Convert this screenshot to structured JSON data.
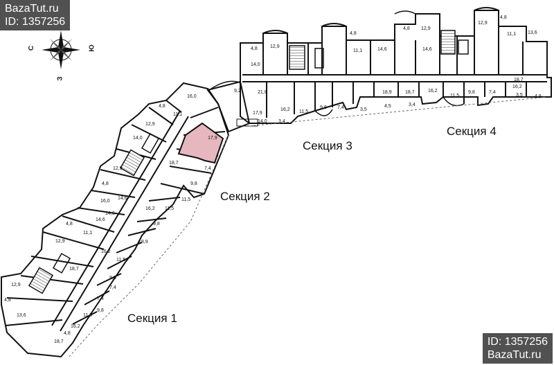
{
  "watermark_top": {
    "site": "BazaTut.ru",
    "id": "ID: 1357256"
  },
  "watermark_bottom": {
    "id": "ID: 1357256",
    "site": "BazaTut.ru"
  },
  "compass": {
    "n": "С",
    "e": "В",
    "s": "Ю",
    "w": "З"
  },
  "sections": {
    "s1": "Секция 1",
    "s2": "Секция 2",
    "s3": "Секция 3",
    "s4": "Секция 4"
  },
  "highlight_color": "#e7b7bf",
  "section4_labels": {
    "r1": "4,8",
    "r2": "12,9",
    "r3": "14,0",
    "r4": "4,8",
    "r5": "11,1",
    "r6": "14,6",
    "r7": "4,8",
    "r8": "12,9",
    "r9": "14,6",
    "r10": "12,9",
    "r11": "4,8",
    "r12": "11,1",
    "r13": "13,6",
    "r14": "21,8",
    "r15": "17,9",
    "r16": "16,2",
    "r17": "11,5",
    "r18": "9,8",
    "r19": "7,4",
    "r20": "18,9",
    "r21": "18,7",
    "r22": "16,2",
    "r23": "11,5",
    "r24": "9,8",
    "r25": "7,4",
    "r26": "16,2",
    "r27": "18,7",
    "r28": "3,4",
    "r29": "3,5",
    "r30": "4,5",
    "r31": "3,4",
    "r32": "3,5",
    "r33": "4,8",
    "r34": "14,0",
    "r35": "9,2"
  },
  "section2_labels": {
    "r1": "16,0",
    "r2": "4,8",
    "r3": "11,1",
    "r4": "12,9",
    "r5": "14,0",
    "r6": "12,9",
    "r7": "4,8",
    "r8": "14,6",
    "r9": "17,9",
    "r10": "9,8",
    "r11": "11,5",
    "r12": "7,4",
    "r13": "16,2",
    "r14": "18,7",
    "r15": "14,6",
    "r16": "11,5",
    "r17": "9,8"
  },
  "section1_labels": {
    "r1": "4,8",
    "r2": "12,9",
    "r3": "11,1",
    "r4": "14,6",
    "r5": "12,9",
    "r6": "16,0",
    "r7": "4,8",
    "r8": "13,6",
    "r9": "18,7",
    "r10": "9,8",
    "r11": "11,5",
    "r12": "16,2",
    "r13": "7,4",
    "r14": "18,9",
    "r15": "16,2",
    "r16": "7,4",
    "r17": "9,8",
    "r18": "11,5",
    "r19": "4,8",
    "r20": "18,7"
  }
}
